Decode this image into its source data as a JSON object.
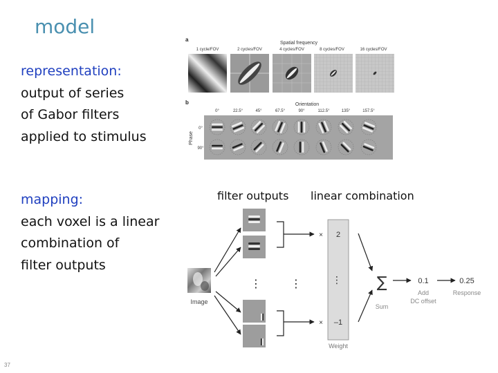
{
  "slide": {
    "title": "model",
    "representation": {
      "heading": "representation:",
      "lines": [
        "output of series",
        "of Gabor filters",
        "applied to stimulus"
      ]
    },
    "mapping": {
      "heading": "mapping:",
      "lines": [
        "each voxel is a linear",
        "combination of",
        "filter outputs"
      ]
    },
    "slide_number": "37"
  },
  "figure_top": {
    "panel_a": {
      "letter": "a",
      "title": "Spatial frequency",
      "labels": [
        "1 cycle/FOV",
        "2 cycles/FOV",
        "4 cycles/FOV",
        "8 cycles/FOV",
        "16 cycles/FOV"
      ]
    },
    "panel_b": {
      "letter": "b",
      "title": "Orientation",
      "angles": [
        "0°",
        "22.5°",
        "45°",
        "67.5°",
        "90°",
        "112.5°",
        "135°",
        "157.5°"
      ],
      "phase_label": "Phase",
      "phase_values": [
        "0°",
        "90°"
      ]
    }
  },
  "figure_bottom": {
    "filter_outputs_label": "filter outputs",
    "linear_combination_label": "linear combination",
    "image_label": "Image",
    "weight_label": "Weight",
    "weights": [
      "2",
      "–1"
    ],
    "times": "×",
    "sum_symbol": "∑",
    "sum_label": "Sum",
    "dc_offset_value": "0.1",
    "dc_offset_label_1": "Add",
    "dc_offset_label_2": "DC offset",
    "response_value": "0.25",
    "response_label": "Response",
    "ellipsis": "⋮"
  }
}
